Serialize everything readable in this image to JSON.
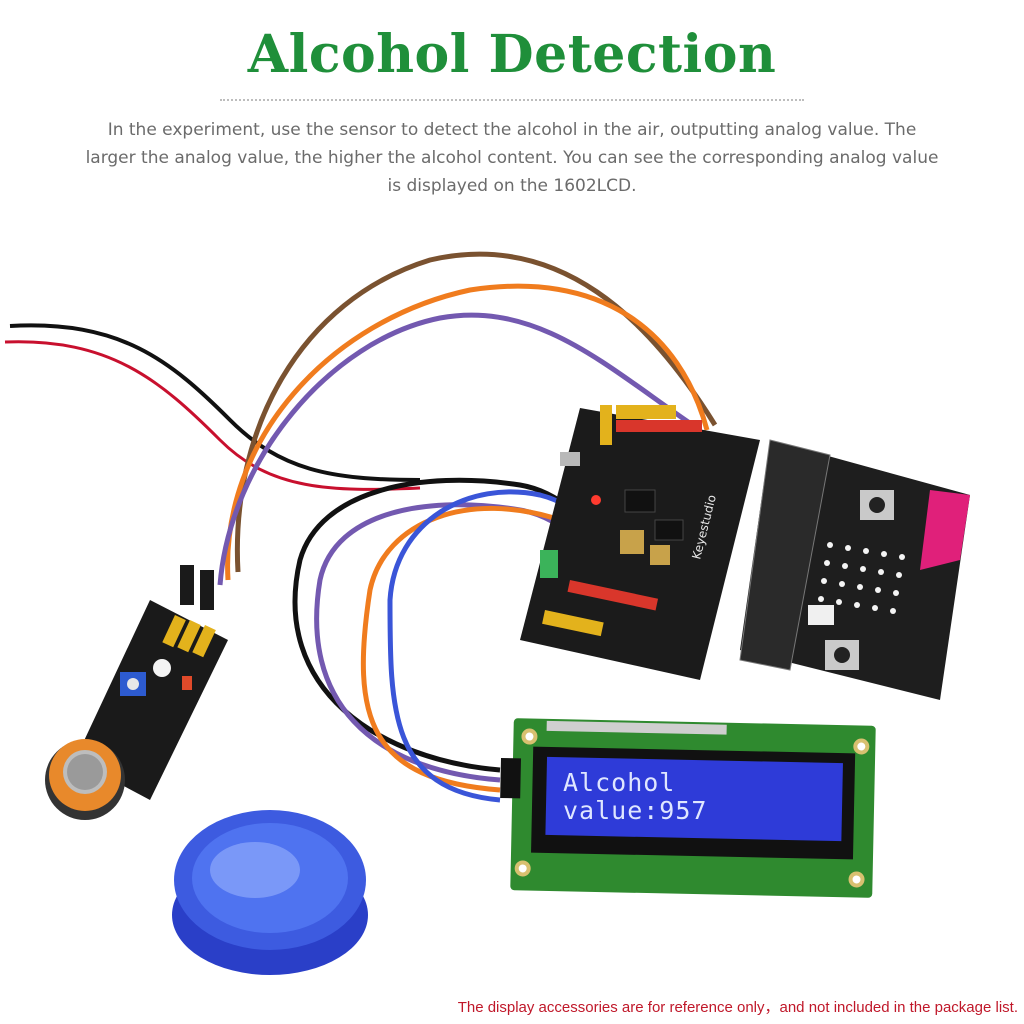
{
  "header": {
    "title": "Alcohol Detection",
    "description_lines": [
      "In the experiment, use the sensor to detect the alcohol in the air, outputting analog value. The",
      "larger the analog value, the higher the alcohol content. You can see the corresponding analog value",
      "is displayed on the 1602LCD."
    ]
  },
  "lcd": {
    "line1": "Alcohol",
    "line2": "value:957",
    "board_label": "Keyestudio"
  },
  "footnote": "The display accessories are for reference only，and not included in the package list.",
  "colors": {
    "title": "#1f8f3a",
    "footnote": "#c0182a",
    "lcd_screen": "#2e3bd8",
    "pcb_green": "#2f8a2f",
    "board_black": "#1b1b1b",
    "cap_blue": "#2f4fd6"
  }
}
